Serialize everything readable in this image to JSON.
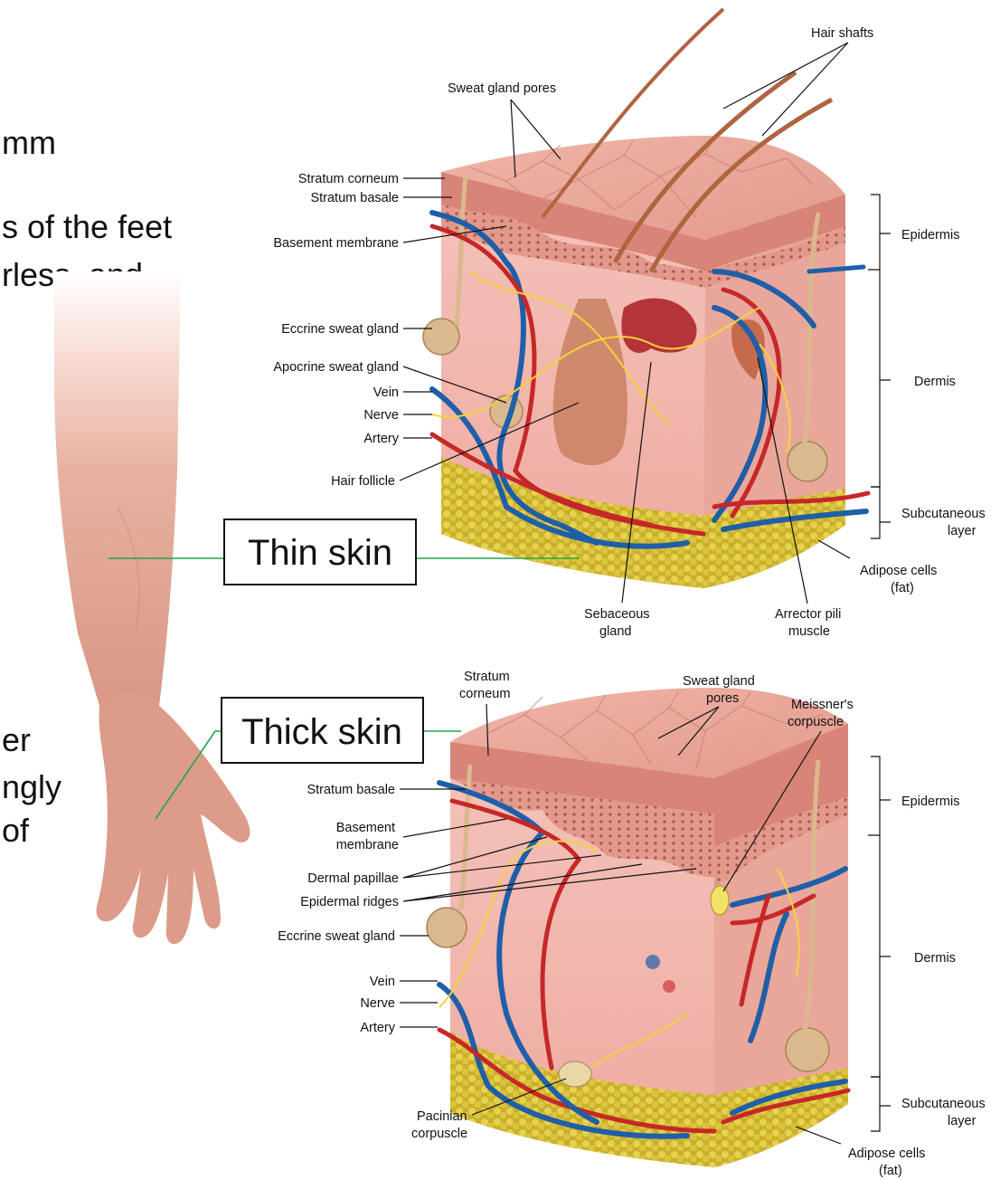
{
  "left_text": {
    "line1": "mm",
    "line2": "s of the feet",
    "line3": "rless, and",
    "line4": "er",
    "line5": "ngly",
    "line6": "of"
  },
  "thin_skin": {
    "box_label": "Thin skin",
    "hair_shafts": "Hair shafts",
    "sweat_gland_pores": "Sweat gland pores",
    "stratum_corneum": "Stratum corneum",
    "stratum_basale": "Stratum basale",
    "basement_membrane": "Basement membrane",
    "eccrine_sweat_gland": "Eccrine sweat gland",
    "apocrine_sweat_gland": "Apocrine sweat gland",
    "vein": "Vein",
    "nerve": "Nerve",
    "artery": "Artery",
    "hair_follicle": "Hair follicle",
    "epidermis": "Epidermis",
    "dermis": "Dermis",
    "subcutaneous_1": "Subcutaneous",
    "subcutaneous_2": "layer",
    "adipose_1": "Adipose cells",
    "adipose_2": "(fat)",
    "sebaceous_1": "Sebaceous",
    "sebaceous_2": "gland",
    "arrector_1": "Arrector pili",
    "arrector_2": "muscle"
  },
  "thick_skin": {
    "box_label": "Thick skin",
    "stratum_corneum_1": "Stratum",
    "stratum_corneum_2": "corneum",
    "sweat_gland_pores_1": "Sweat gland",
    "sweat_gland_pores_2": "pores",
    "meissner_1": "Meissner's",
    "meissner_2": "corpuscle",
    "stratum_basale": "Stratum basale",
    "basement_membrane_1": "Basement",
    "basement_membrane_2": "membrane",
    "dermal_papillae": "Dermal papillae",
    "epidermal_ridges": "Epidermal ridges",
    "eccrine_sweat_gland": "Eccrine sweat gland",
    "vein": "Vein",
    "nerve": "Nerve",
    "artery": "Artery",
    "pacinian_1": "Pacinian",
    "pacinian_2": "corpuscle",
    "epidermis": "Epidermis",
    "dermis": "Dermis",
    "subcutaneous_1": "Subcutaneous",
    "subcutaneous_2": "layer",
    "adipose_1": "Adipose cells",
    "adipose_2": "(fat)"
  },
  "colors": {
    "skin_surface": "#e8a79a",
    "dermis": "#f2b9b0",
    "epidermis": "#d98478",
    "vein": "#1f5fa8",
    "artery": "#c62828",
    "nerve": "#f5d33a",
    "fat": "#d8c43a",
    "gland": "#d9b98d",
    "arm": "#e3aa98",
    "pointer_line": "#22a34a"
  }
}
